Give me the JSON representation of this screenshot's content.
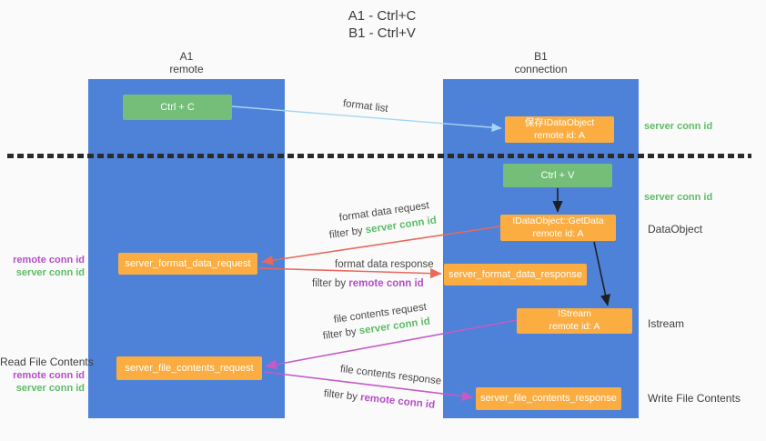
{
  "title": {
    "line1": "A1 - Ctrl+C",
    "line2": "B1 - Ctrl+V"
  },
  "columns": {
    "a1": {
      "name": "A1",
      "subtitle": "remote"
    },
    "b1": {
      "name": "B1",
      "subtitle": "connection"
    }
  },
  "boxes": {
    "ctrl_c": {
      "label": "Ctrl + C"
    },
    "ctrl_v": {
      "label": "Ctrl + V"
    },
    "save_dataobject": {
      "line1": "保存IDataObject",
      "line2": "remote id: A"
    },
    "getdata": {
      "line1": "IDataObject::GetData",
      "line2": "remote id: A"
    },
    "istream": {
      "line1": "IStream",
      "line2": "remote id: A"
    },
    "server_format_data_request": {
      "label": "server_format_data_request"
    },
    "server_format_data_response": {
      "label": "server_format_data_response"
    },
    "server_file_contents_request": {
      "label": "server_file_contents_request"
    },
    "server_file_contents_response": {
      "label": "server_file_contents_response"
    }
  },
  "arrow_labels": {
    "format_list": "format list",
    "format_data_request": "format data request",
    "format_data_response": "format data response",
    "file_contents_request": "file contents request",
    "file_contents_response": "file contents response",
    "filter_by": "filter by"
  },
  "side_labels": {
    "server_conn_id": "server conn id",
    "remote_conn_id": "remote conn id",
    "dataobject": "DataObject",
    "istream": "Istream",
    "read_file_contents": "Read File Contents",
    "write_file_contents": "Write File Contents"
  },
  "colors": {
    "column_blue": "#4d82d8",
    "box_green": "#74be79",
    "box_orange": "#fbad41",
    "arrow_blue": "#a5d5f2",
    "arrow_red": "#e8685e",
    "arrow_magenta": "#c45bc7",
    "arrow_black": "#1f1f1f",
    "text_green": "#5dbd66",
    "text_purple": "#b44ec6",
    "text_dark": "#3c3c3c"
  }
}
